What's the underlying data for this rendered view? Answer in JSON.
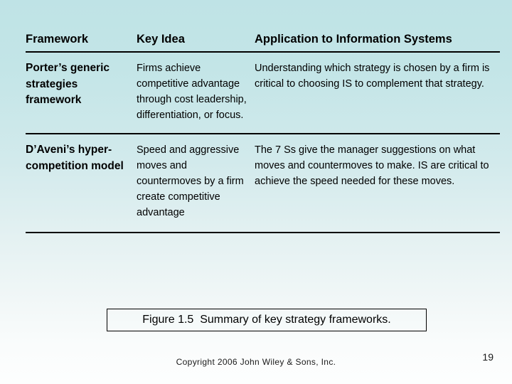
{
  "slide": {
    "background_top_color": "#bfe3e6",
    "background_bottom_color": "#fdfefe",
    "rule_color": "#000000"
  },
  "table": {
    "headers": [
      "Framework",
      "Key Idea",
      "Application to Information Systems"
    ],
    "rows": [
      {
        "framework": "Porter’s generic strategies framework",
        "key_idea": "Firms achieve competitive advantage through cost leadership, differentiation, or focus.",
        "application": "Understanding which strategy is chosen by a firm is critical to choosing IS to complement that strategy."
      },
      {
        "framework": "D’Aveni’s hyper-competition model",
        "key_idea": "Speed and aggressive moves and countermoves by a firm create competitive advantage",
        "application": "The 7 Ss give the manager suggestions on what moves and countermoves to make. IS are critical to achieve the speed needed for these moves."
      }
    ]
  },
  "caption": {
    "text": "Figure 1.5  Summary of key strategy frameworks."
  },
  "footer": {
    "copyright": "Copyright 2006 John Wiley & Sons, Inc.",
    "page_number": "19"
  }
}
